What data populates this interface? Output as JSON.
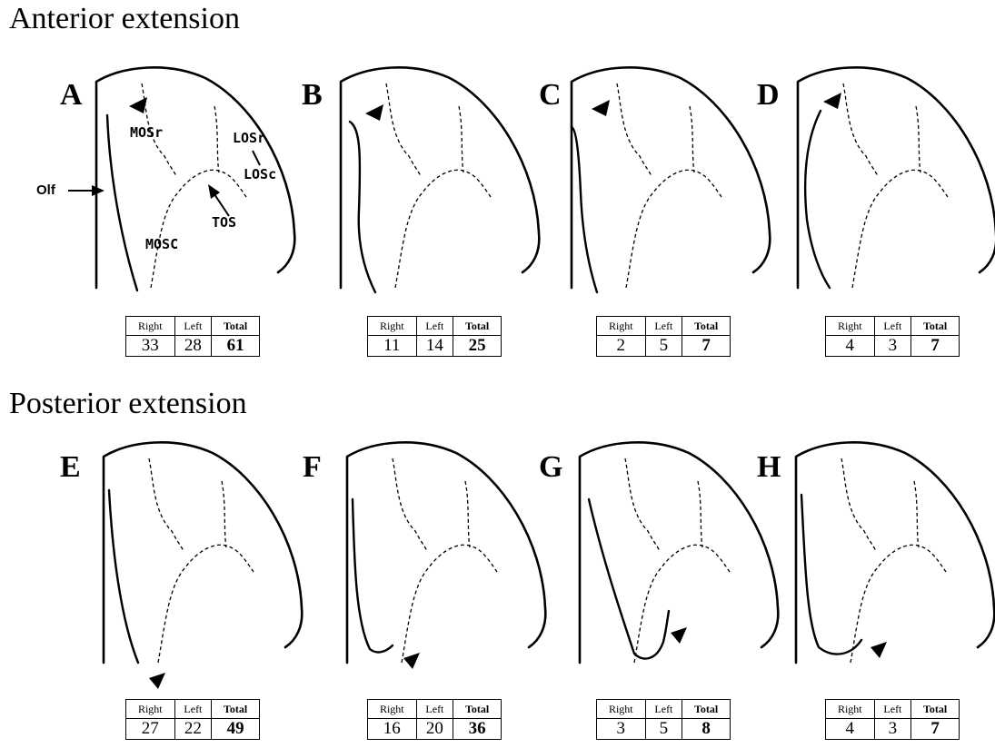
{
  "sections": {
    "anterior": "Anterior extension",
    "posterior": "Posterior extension"
  },
  "labels": {
    "olf": "Olf",
    "mosr": "MOSr",
    "losr": "LOSr",
    "losc": "LOSc",
    "tos": "TOS",
    "mosc": "MOSC"
  },
  "headers": {
    "right": "Right",
    "left": "Left",
    "total": "Total"
  },
  "panels": [
    {
      "letter": "A",
      "right": "33",
      "left": "28",
      "total": "61"
    },
    {
      "letter": "B",
      "right": "11",
      "left": "14",
      "total": "25"
    },
    {
      "letter": "C",
      "right": "2",
      "left": "5",
      "total": "7"
    },
    {
      "letter": "D",
      "right": "4",
      "left": "3",
      "total": "7"
    },
    {
      "letter": "E",
      "right": "27",
      "left": "22",
      "total": "49"
    },
    {
      "letter": "F",
      "right": "16",
      "left": "20",
      "total": "36"
    },
    {
      "letter": "G",
      "right": "3",
      "left": "5",
      "total": "8"
    },
    {
      "letter": "H",
      "right": "4",
      "left": "3",
      "total": "7"
    }
  ]
}
